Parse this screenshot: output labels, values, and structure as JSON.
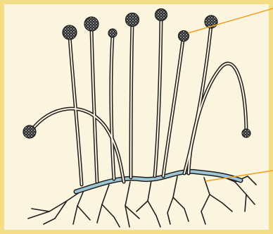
{
  "figure": {
    "subject": "mold-sporangia-illustration",
    "background_color": "#f3dd86",
    "panel_color": "#fbf4de",
    "ink_color": "#1f1f1f",
    "hypha_color": "#9fc6d6",
    "pointer_color": "#f0a020",
    "callouts": [
      {
        "name": "sporangium-callout",
        "label": ""
      },
      {
        "name": "rhizoid-callout",
        "label": ""
      }
    ]
  }
}
